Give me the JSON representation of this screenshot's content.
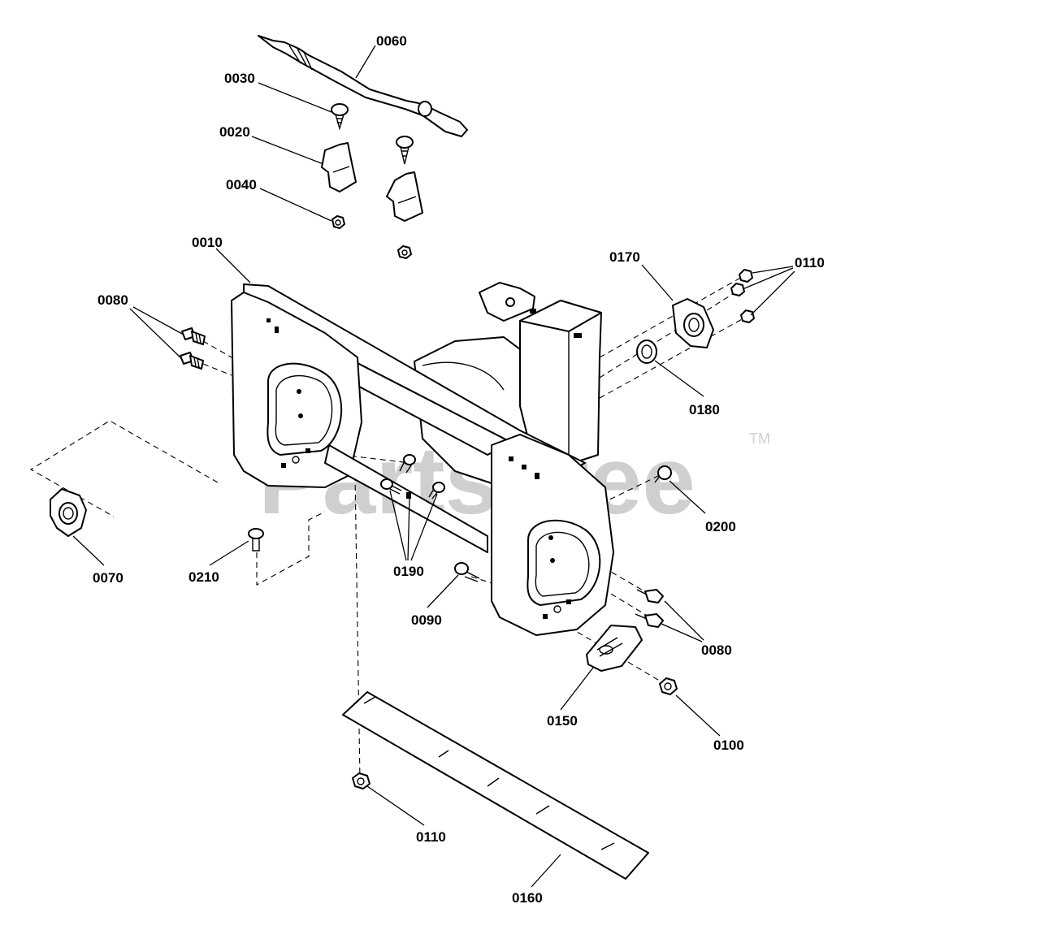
{
  "watermark": {
    "text": "PartsTree",
    "trademark": "TM"
  },
  "callouts": [
    {
      "id": "c0060",
      "label": "0060"
    },
    {
      "id": "c0030",
      "label": "0030"
    },
    {
      "id": "c0020",
      "label": "0020"
    },
    {
      "id": "c0040",
      "label": "0040"
    },
    {
      "id": "c0010",
      "label": "0010"
    },
    {
      "id": "c0170",
      "label": "0170"
    },
    {
      "id": "c0110a",
      "label": "0110"
    },
    {
      "id": "c0080a",
      "label": "0080"
    },
    {
      "id": "c0180",
      "label": "0180"
    },
    {
      "id": "c0200",
      "label": "0200"
    },
    {
      "id": "c0070",
      "label": "0070"
    },
    {
      "id": "c0210",
      "label": "0210"
    },
    {
      "id": "c0190",
      "label": "0190"
    },
    {
      "id": "c0090",
      "label": "0090"
    },
    {
      "id": "c0080b",
      "label": "0080"
    },
    {
      "id": "c0150",
      "label": "0150"
    },
    {
      "id": "c0100",
      "label": "0100"
    },
    {
      "id": "c0110b",
      "label": "0110"
    },
    {
      "id": "c0160",
      "label": "0160"
    }
  ]
}
